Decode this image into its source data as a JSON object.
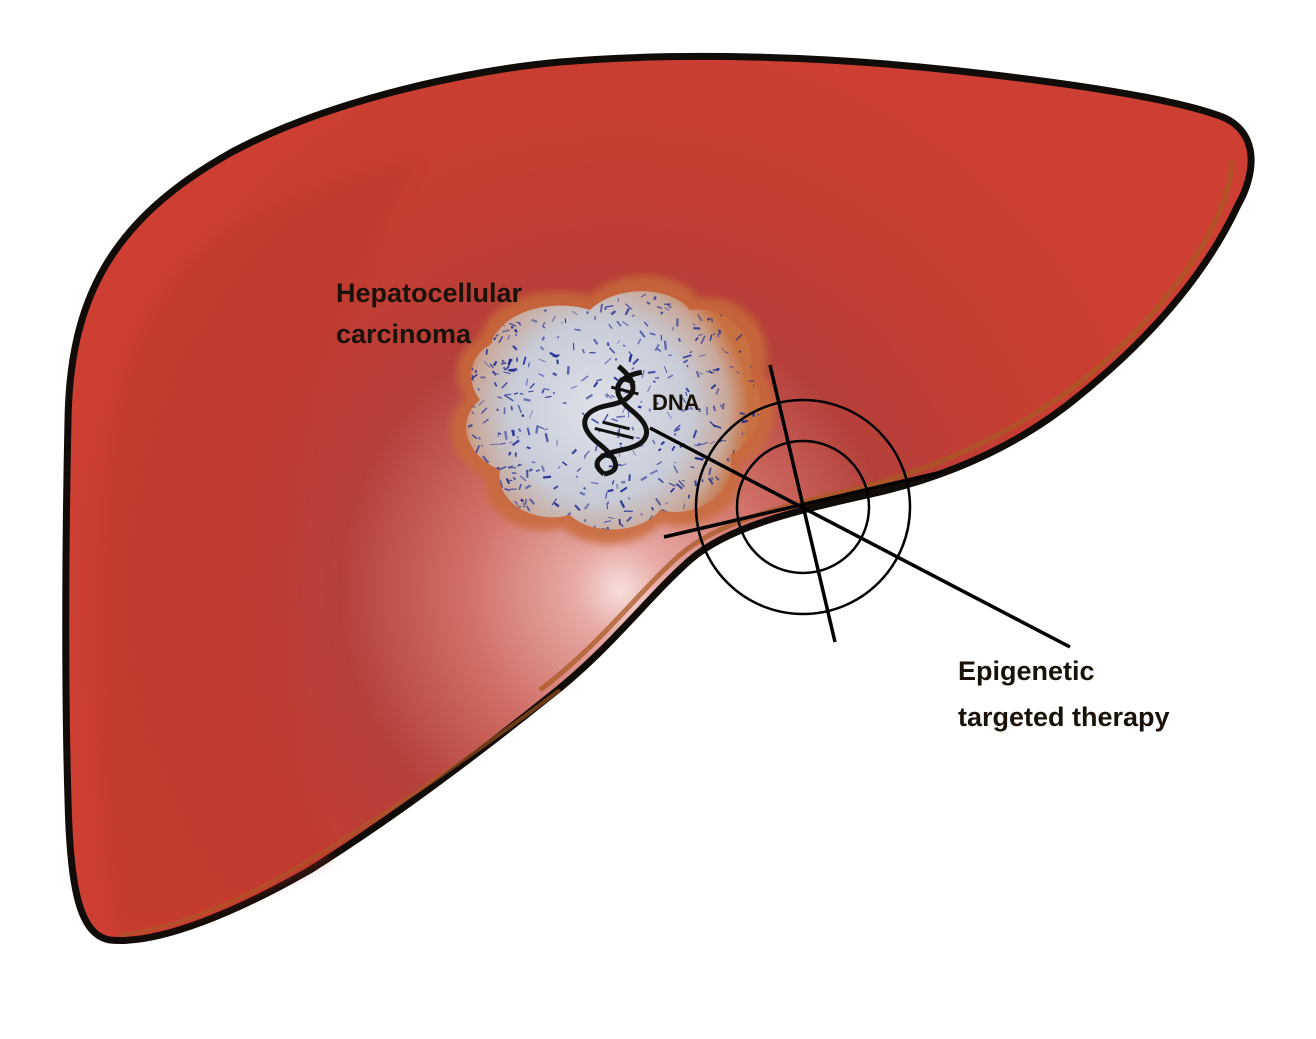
{
  "labels": {
    "tumor": [
      "Hepatocellular",
      "carcinoma"
    ],
    "dna": "DNA",
    "therapy": [
      "Epigenetic",
      "targeted therapy"
    ]
  },
  "colors": {
    "liver": "#c83d32",
    "liver_outline": "#120c08",
    "liver_rim": "#a85a24",
    "highlight": "#f3d0cd",
    "tumor_halo": "#c86a3a",
    "tumor_core": "#c5cad8",
    "tumor_speckle": "#1c2a8f",
    "target_lines": "#000000"
  },
  "icons": {
    "dna": "dna-helix-icon",
    "target": "crosshair-target-icon"
  }
}
